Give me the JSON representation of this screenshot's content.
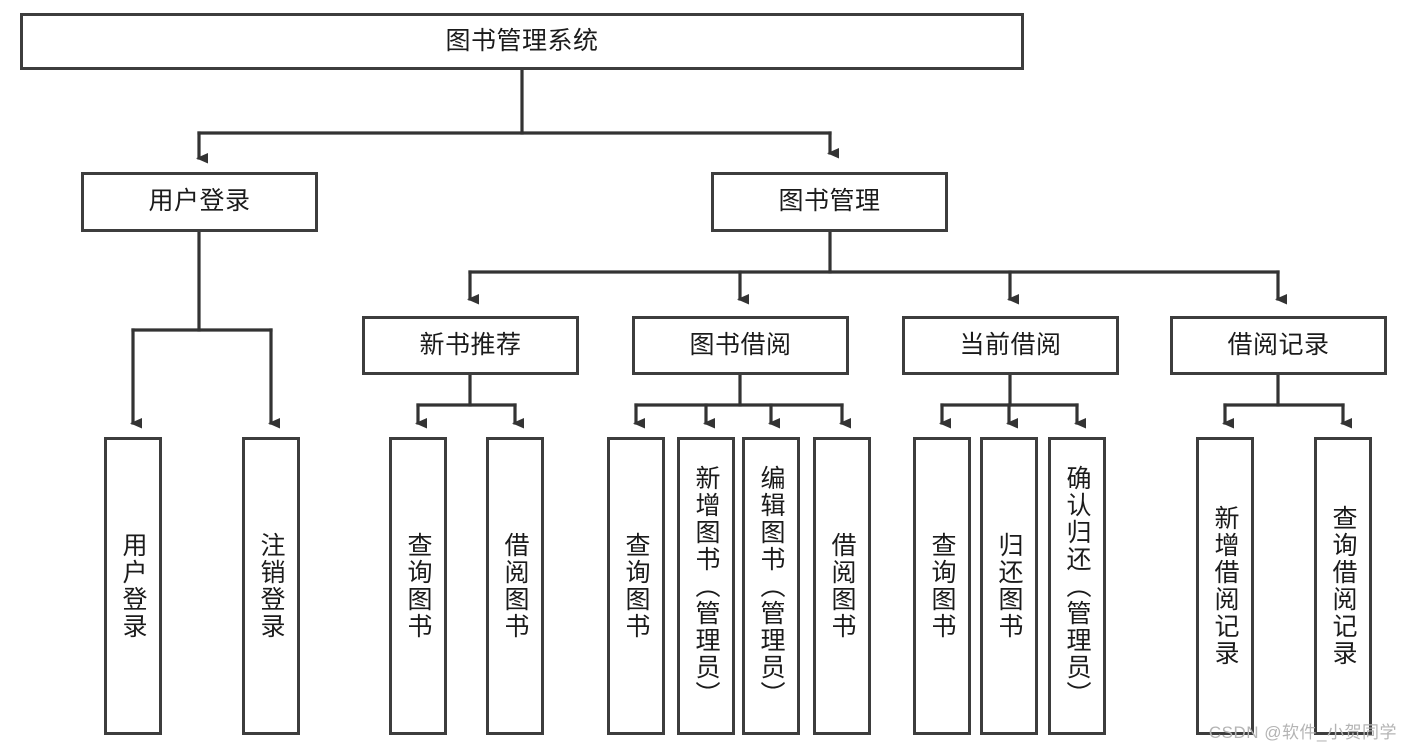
{
  "diagram": {
    "title": "图书管理系统",
    "type": "tree-hierarchy-diagram",
    "colors": {
      "box_border": "#3d3d3d",
      "box_fill": "#ffffff",
      "connector": "#333333",
      "text": "#1b1b1b",
      "watermark": "#b4b4b4"
    },
    "root": {
      "label": "图书管理系统"
    },
    "level2": [
      {
        "label": "用户登录"
      },
      {
        "label": "图书管理"
      }
    ],
    "level3": [
      {
        "label": "新书推荐"
      },
      {
        "label": "图书借阅"
      },
      {
        "label": "当前借阅"
      },
      {
        "label": "借阅记录"
      }
    ],
    "leaves": {
      "user_login": [
        {
          "label": "用户登录"
        },
        {
          "label": "注销登录"
        }
      ],
      "new_book_recommend": [
        {
          "label": "查询图书"
        },
        {
          "label": "借阅图书"
        }
      ],
      "book_borrow": [
        {
          "label": "查询图书"
        },
        {
          "label": "新增图书（管理员）"
        },
        {
          "label": "编辑图书（管理员）"
        },
        {
          "label": "借阅图书"
        }
      ],
      "current_borrow": [
        {
          "label": "查询图书"
        },
        {
          "label": "归还图书"
        },
        {
          "label": "确认归还（管理员）"
        }
      ],
      "borrow_record": [
        {
          "label": "新增借阅记录"
        },
        {
          "label": "查询借阅记录"
        }
      ]
    }
  },
  "watermark": {
    "text": "CSDN @软件_小贺同学"
  }
}
